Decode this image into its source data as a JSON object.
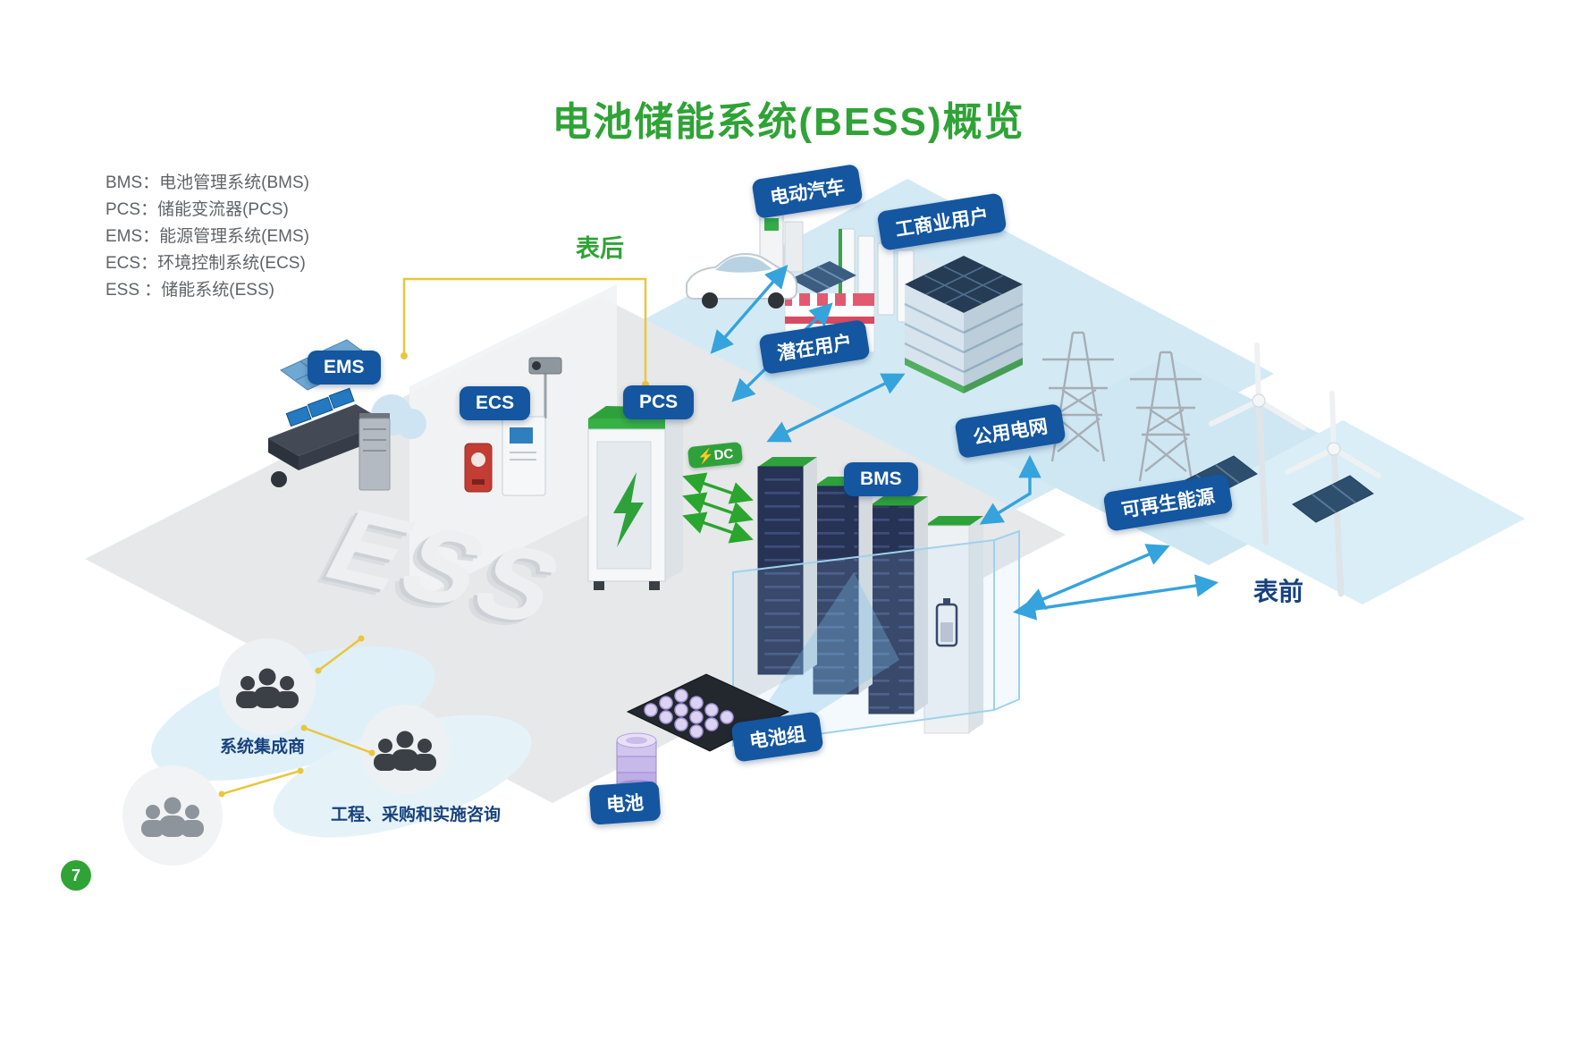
{
  "page": {
    "title": "电池储能系统(BESS)概览",
    "page_number": "7"
  },
  "legend": {
    "items": [
      "BMS：电池管理系统(BMS)",
      "PCS：储能变流器(PCS)",
      "EMS：能源管理系统(EMS)",
      "ECS：环境控制系统(ECS)",
      "ESS ：储能系统(ESS)"
    ]
  },
  "zones": {
    "behind_meter": "表后",
    "front_of_meter": "表前",
    "ess": "ESS"
  },
  "pills": {
    "ems": "EMS",
    "ecs": "ECS",
    "pcs": "PCS",
    "bms": "BMS",
    "ev": "电动汽车",
    "ci_users": "工商业用户",
    "potential_users": "潜在用户",
    "utility_grid": "公用电网",
    "renewable": "可再生能源",
    "battery_pack": "电池组",
    "battery": "电池"
  },
  "dc_link": {
    "icon": "⚡",
    "label": "DC"
  },
  "captions": {
    "system_integrator": "系统集成商",
    "epc_consulting": "工程、采购和实施咨询"
  },
  "colors": {
    "accent_green": "#2FA336",
    "pill_blue": "#1456A0",
    "arrow_blue": "#35A3DC",
    "arrow_green": "#2AA52E",
    "line_yellow": "#E9C63D",
    "platform_blue": "#D2E9F4",
    "platform_gray": "#E6E8EA",
    "rack_navy": "#273355",
    "battery_purple": "#C7B9EA"
  }
}
